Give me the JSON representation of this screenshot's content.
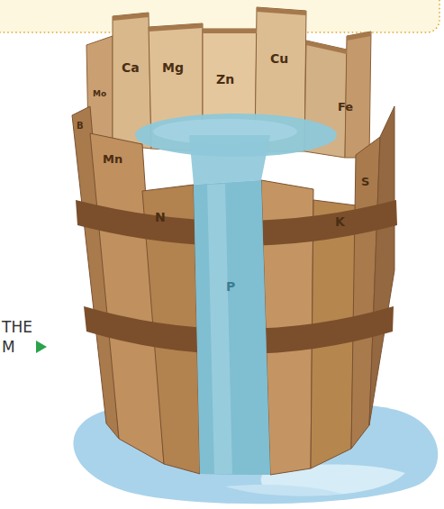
{
  "diagram": {
    "labels": [
      "Ca",
      "Mg",
      "Zn",
      "Cu",
      "Mo",
      "Fe",
      "B",
      "Mn",
      "S",
      "N",
      "K",
      "P",
      "THE",
      "M"
    ]
  }
}
